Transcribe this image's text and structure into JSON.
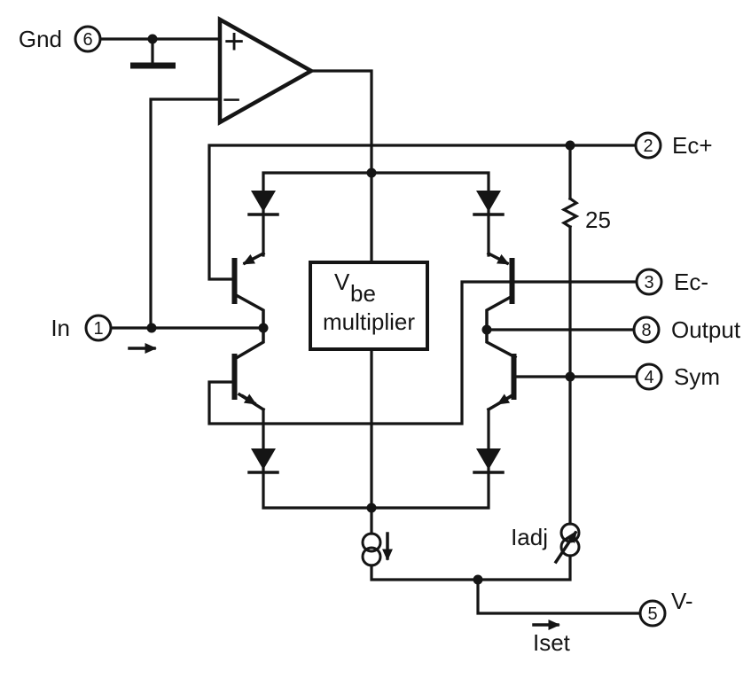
{
  "schematic": {
    "description": "amplifier internal block schematic",
    "colors": {
      "ink": "#151515",
      "background": "#ffffff"
    }
  },
  "pins": [
    {
      "id": "gnd",
      "number": "6",
      "label": "Gnd"
    },
    {
      "id": "in",
      "number": "1",
      "label": "In"
    },
    {
      "id": "ec_plus",
      "number": "2",
      "label": "Ec+"
    },
    {
      "id": "ec_minus",
      "number": "3",
      "label": "Ec-"
    },
    {
      "id": "output",
      "number": "8",
      "label": "Output"
    },
    {
      "id": "sym",
      "number": "4",
      "label": "Sym"
    },
    {
      "id": "v_minus",
      "number": "5",
      "label": "V-"
    }
  ],
  "opamp": {
    "plus": "+",
    "minus": "−"
  },
  "vbe_block": {
    "main": "V",
    "sub": "be",
    "line2": "multiplier"
  },
  "resistor": {
    "value": "25"
  },
  "sources": {
    "iadj_label": "Iadj",
    "iset_label": "Iset"
  },
  "icons": {
    "ground": "ground-symbol",
    "diode": "diode-icon",
    "current_source": "double-circle-current-source",
    "adjustable_current_source": "double-circle-current-source-with-diagonal-arrow"
  }
}
